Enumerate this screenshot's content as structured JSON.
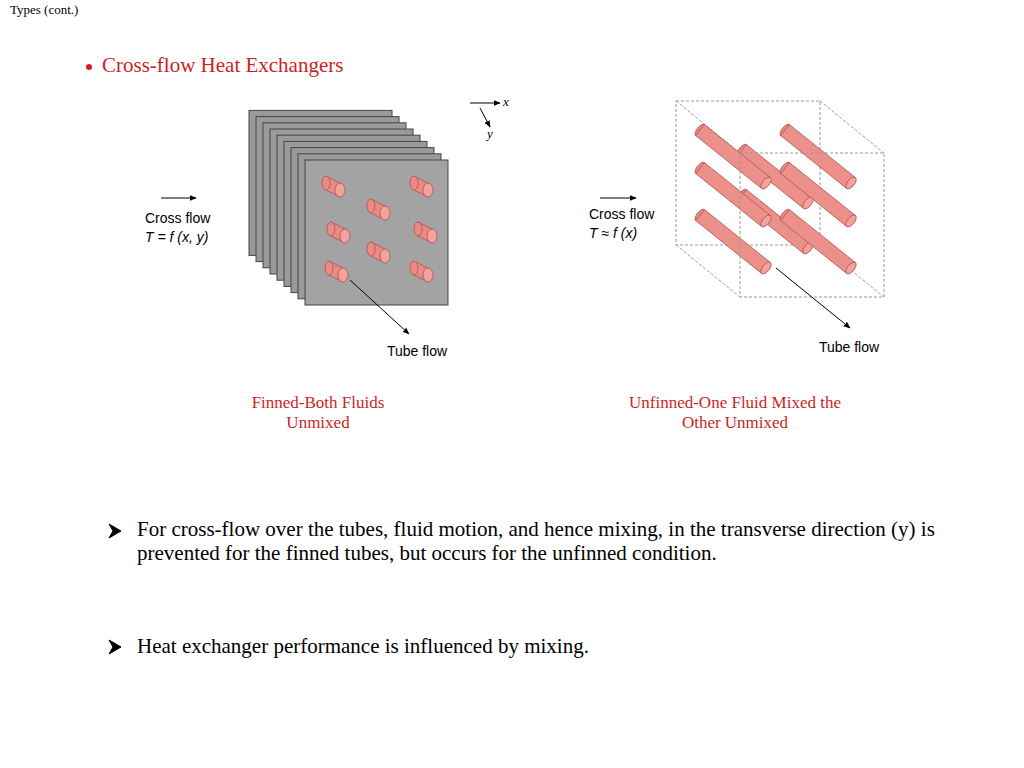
{
  "diagram": {
    "title": "Cross-flow Heat Exchangers",
    "labels": [
      "Types (cont.)",
      "x",
      "y",
      "Cross flow",
      "T = f (x, y)",
      "Tube flow",
      "Finned-Both Fluids Unmixed",
      "Cross flow",
      "T ≈ f (x)",
      "Tube flow",
      "Unfinned-One Fluid Mixed the Other Unmixed",
      "For cross-flow over the tubes, fluid motion, and hence mixing, in the transverse direction (y) is prevented for the finned tubes, but occurs for the unfinned condition.",
      "Heat exchanger performance is influenced by mixing."
    ]
  }
}
